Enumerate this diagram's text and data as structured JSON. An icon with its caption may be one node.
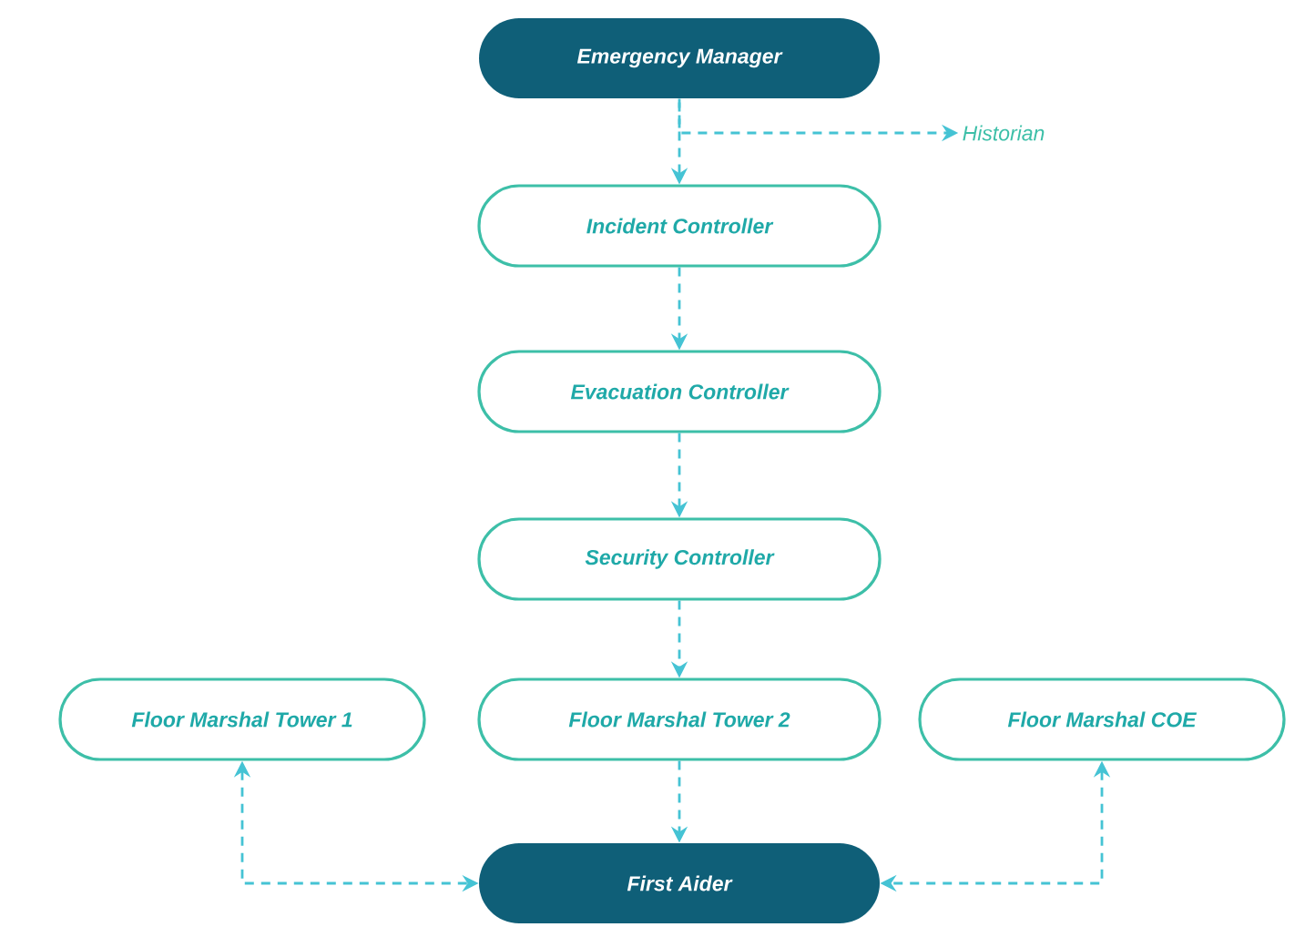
{
  "diagram": {
    "nodes": [
      {
        "text": [
          "Emergency Manager"
        ]
      },
      {
        "text": [
          "Historian"
        ]
      },
      {
        "text": [
          "Incident Controller"
        ]
      },
      {
        "text": [
          "Evacuation Controller"
        ]
      },
      {
        "text": [
          "Security Controller"
        ]
      },
      {
        "text": [
          "Floor Marshal Tower 1"
        ]
      },
      {
        "text": [
          "Floor Marshal Tower 2"
        ]
      },
      {
        "text": [
          "Floor Marshal COE"
        ]
      },
      {
        "text": [
          "First Aider"
        ]
      }
    ],
    "edges": [
      {
        "from": 0,
        "to": 1,
        "arrow": "to"
      },
      {
        "from": 0,
        "to": 2,
        "arrow": "to"
      },
      {
        "from": 2,
        "to": 3,
        "arrow": "to"
      },
      {
        "from": 3,
        "to": 4,
        "arrow": "to"
      },
      {
        "from": 4,
        "to": 6,
        "arrow": "to"
      },
      {
        "from": 6,
        "to": 8,
        "arrow": "to"
      },
      {
        "from": 5,
        "to": 8,
        "arrow": "both"
      },
      {
        "from": 7,
        "to": 8,
        "arrow": "both"
      }
    ]
  }
}
